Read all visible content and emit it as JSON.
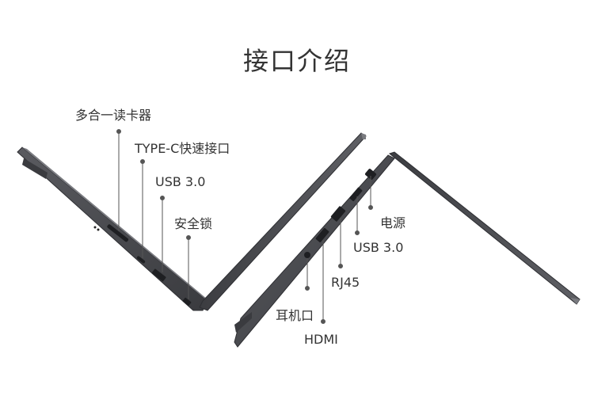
{
  "title": "接口介绍",
  "left_laptop": {
    "ports": [
      {
        "name": "sd-card-reader",
        "label": "多合一读卡器"
      },
      {
        "name": "type-c-port",
        "label": "TYPE-C快速接口"
      },
      {
        "name": "usb-port",
        "label": "USB 3.0"
      },
      {
        "name": "security-lock",
        "label": "安全锁"
      }
    ]
  },
  "right_laptop": {
    "ports": [
      {
        "name": "power-port",
        "label": "电源"
      },
      {
        "name": "usb-port",
        "label": "USB 3.0"
      },
      {
        "name": "rj45-port",
        "label": "RJ45"
      },
      {
        "name": "headphone-jack",
        "label": "耳机口"
      },
      {
        "name": "hdmi-port",
        "label": "HDMI"
      }
    ]
  },
  "colors": {
    "body": "#4a4b4f",
    "edge": "#2e2f33",
    "highlight": "#6d6e72",
    "leader": "#555555",
    "text": "#333333"
  }
}
